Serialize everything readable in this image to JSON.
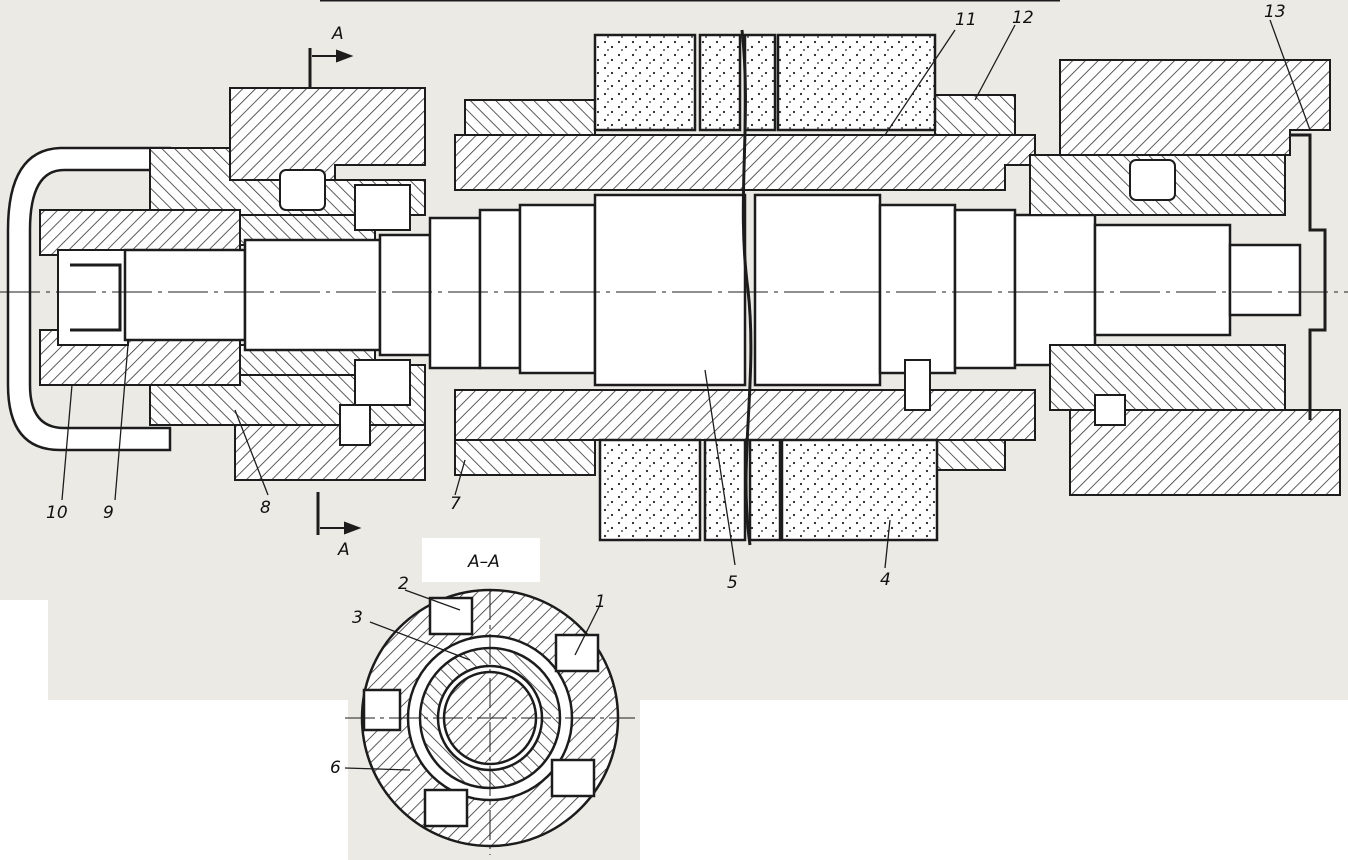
{
  "drawing": {
    "kind": "mechanical-assembly-cross-section",
    "colors": {
      "paper": "#f1efea",
      "ink": "#1c1c1c",
      "hatch": "#3a3a3a",
      "wheel": "#ffffff"
    }
  },
  "section_marks": {
    "top": "A",
    "bottom": "A",
    "section_view": "A–A"
  },
  "callouts": {
    "c1": "1",
    "c2": "2",
    "c3": "3",
    "c4": "4",
    "c5": "5",
    "c6": "6",
    "c7": "7",
    "c8": "8",
    "c9": "9",
    "c10": "10",
    "c11": "11",
    "c12": "12",
    "c13": "13"
  }
}
